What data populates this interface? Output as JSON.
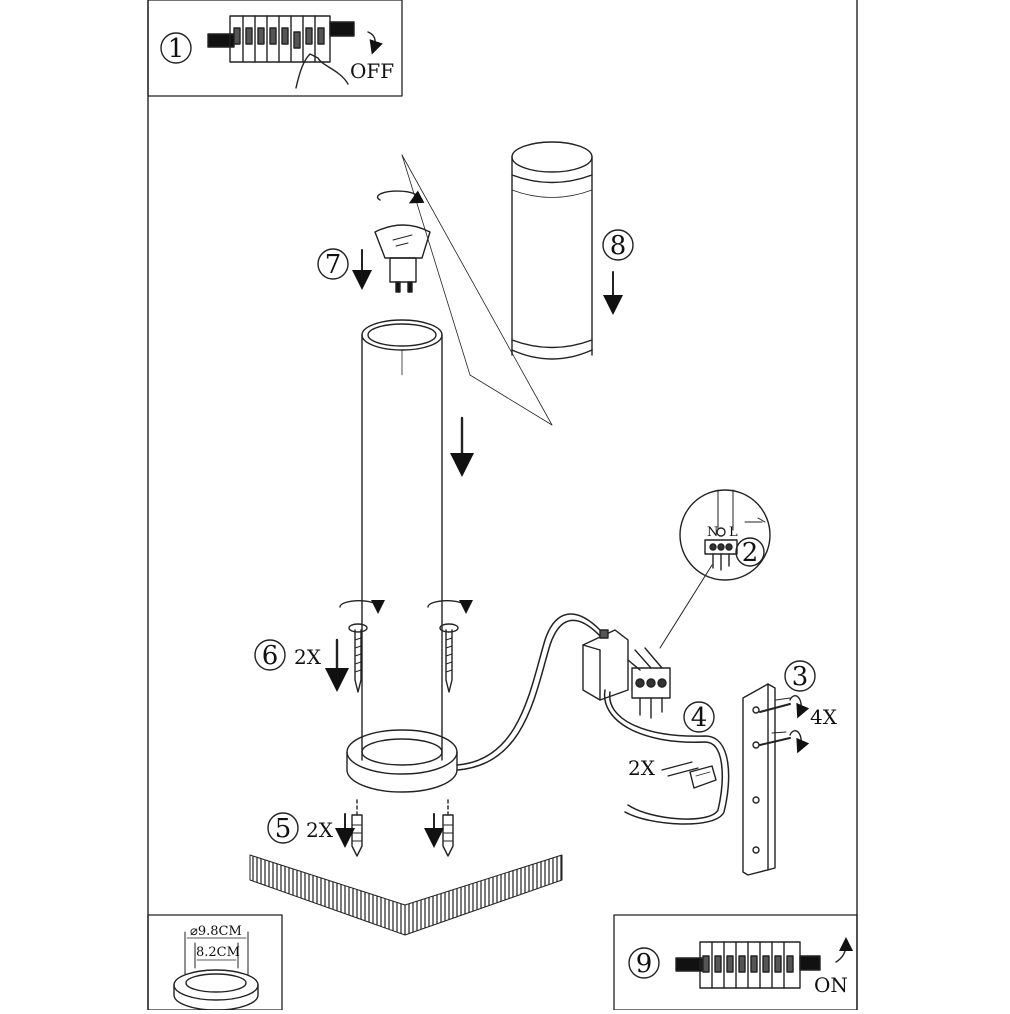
{
  "steps": {
    "s1": {
      "number": "1",
      "label": "OFF"
    },
    "s2": {
      "number": "2",
      "terminal_n": "N",
      "terminal_l": "L"
    },
    "s3": {
      "number": "3",
      "count": "4X"
    },
    "s4": {
      "number": "4",
      "count": "2X"
    },
    "s5": {
      "number": "5",
      "count": "2X"
    },
    "s6": {
      "number": "6",
      "count": "2X"
    },
    "s7": {
      "number": "7"
    },
    "s8": {
      "number": "8"
    },
    "s9": {
      "number": "9",
      "label": "ON"
    }
  },
  "dimensions": {
    "outer": "⌀9.8CM",
    "inner": "8.2CM"
  }
}
